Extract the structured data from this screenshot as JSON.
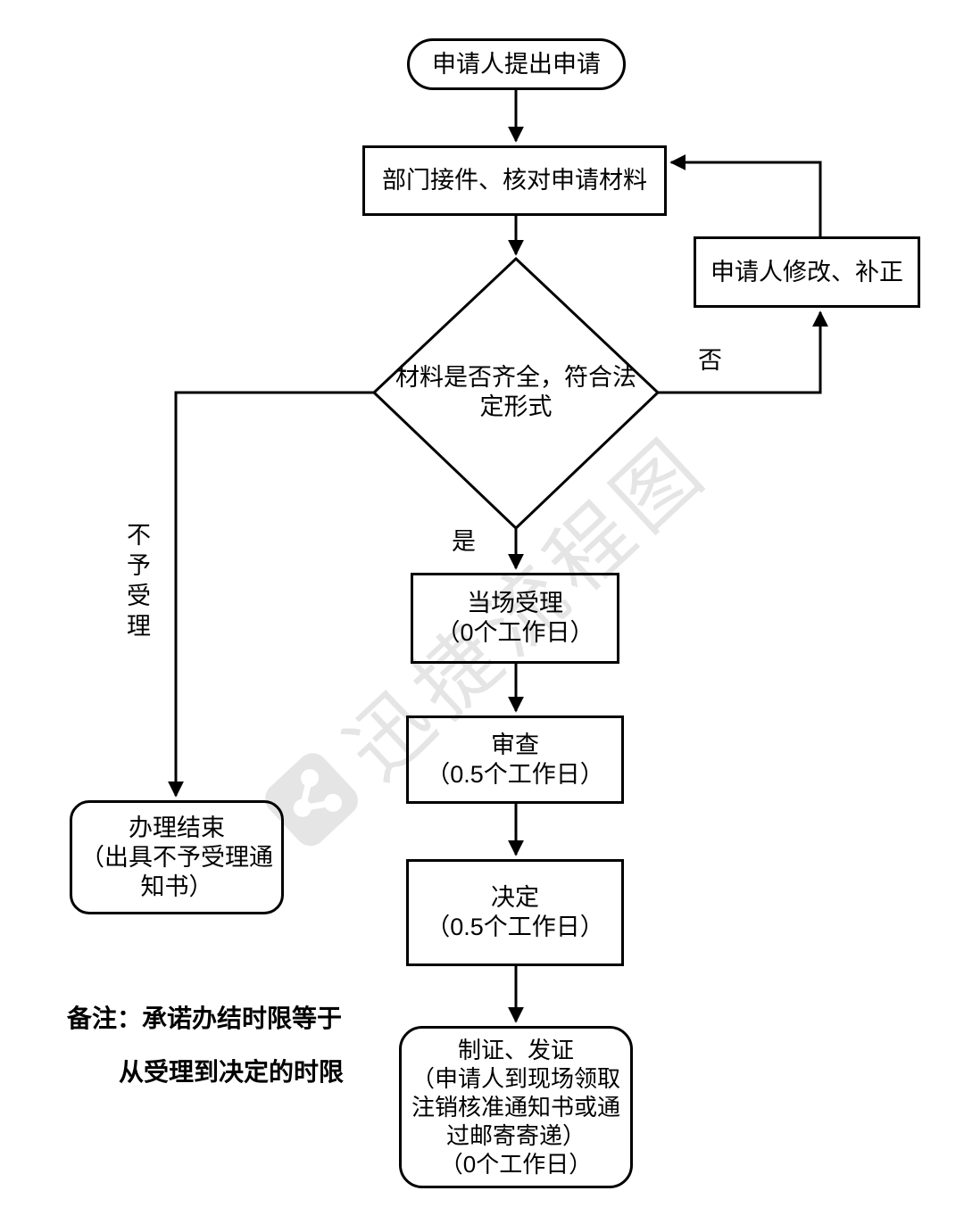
{
  "flow": {
    "start": {
      "label": "申请人提出申请"
    },
    "receive": {
      "label": "部门接件、核对申请材料"
    },
    "decision": {
      "lines": [
        "材料是否齐全，符合法",
        "定形式"
      ]
    },
    "revise": {
      "label": "申请人修改、补正"
    },
    "accept": {
      "lines": [
        "当场受理",
        "（0个工作日）"
      ]
    },
    "review": {
      "lines": [
        "审查",
        "（0.5个工作日）"
      ]
    },
    "decide": {
      "lines": [
        "决定",
        "（0.5个工作日）"
      ]
    },
    "issue": {
      "lines": [
        "制证、发证",
        "（申请人到现场领取",
        "注销核准通知书或通",
        "过邮寄寄递）",
        "（0个工作日）"
      ]
    },
    "reject_end": {
      "lines": [
        "办理结束",
        "（出具不予受理通",
        "知书）"
      ]
    }
  },
  "branch_labels": {
    "no": "否",
    "yes": "是",
    "not_accepted": "不予受理"
  },
  "note": {
    "lines": [
      "备注：承诺办结时限等于",
      "从受理到决定的时限"
    ]
  },
  "watermark": {
    "text": "迅捷流程图"
  },
  "colors": {
    "stroke": "#000000",
    "background": "#ffffff",
    "watermark_gray": "rgba(0,0,0,0.10)"
  }
}
